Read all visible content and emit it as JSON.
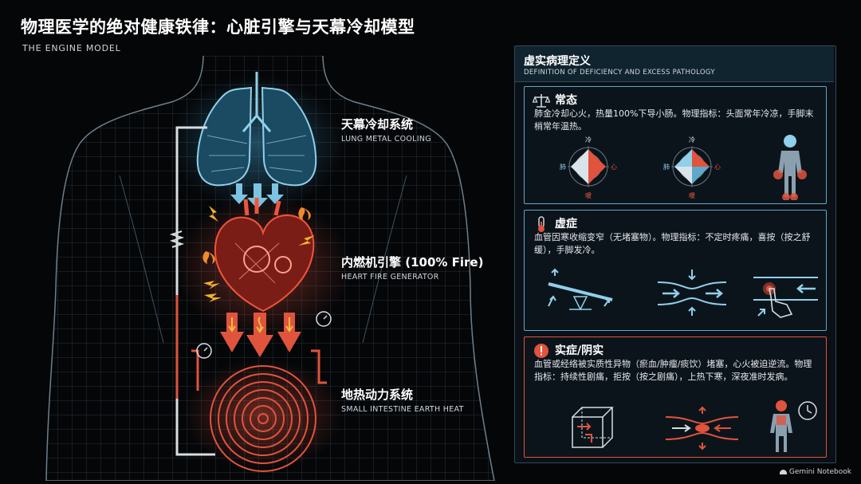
{
  "header": {
    "title": "物理医学的绝对健康铁律：心脏引擎与天幕冷却模型",
    "subtitle": "THE ENGINE MODEL"
  },
  "diagram": {
    "lung": {
      "zh": "天幕冷却系统",
      "en": "LUNG METAL COOLING"
    },
    "heart": {
      "zh": "内燃机引擎 (100% Fire)",
      "en": "HEART FIRE GENERATOR"
    },
    "intestine": {
      "zh": "地热动力系统",
      "en": "SMALL INTESTINE EARTH HEAT"
    }
  },
  "panel": {
    "title": "虚实病理定义",
    "subtitle": "DEFINITION OF DEFICIENCY AND EXCESS PATHOLOGY",
    "cards": [
      {
        "title": "常态",
        "description": "肺金冷却心火，热量100%下导小肠。物理指标：头面常年冷凉，手脚末梢常年温热。",
        "compass_labels": {
          "top": "冷",
          "bottom": "暖",
          "left": "肺",
          "right": "心"
        }
      },
      {
        "title": "虚症",
        "description": "血管因寒收缩变窄（无堵塞物）。物理指标：不定时疼痛，喜按（按之舒缓），手脚发冷。"
      },
      {
        "title": "实症/阴实",
        "description": "血管或经络被实质性异物（瘀血/肿瘤/痰饮）堵塞，心火被迫逆流。物理指标：持续性剧痛，拒按（按之剧痛），上热下寒，深夜准时发病。"
      }
    ]
  },
  "footer": {
    "brand": "Gemini Notebook"
  },
  "colors": {
    "accent_blue": "#5fa8c9",
    "accent_red": "#e0533d",
    "lung_blue": "#8fd0ea",
    "fire_orange": "#f08a2a"
  }
}
